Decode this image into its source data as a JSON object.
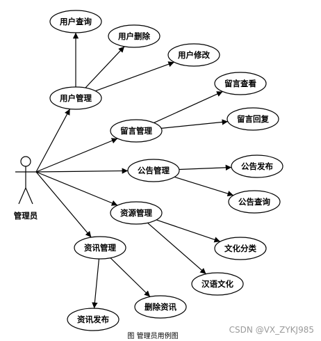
{
  "actor": {
    "label": "管理员"
  },
  "use_cases": [
    {
      "id": "user_mgmt",
      "label": "用户管理"
    },
    {
      "id": "user_query",
      "label": "用户查询"
    },
    {
      "id": "user_delete",
      "label": "用户删除"
    },
    {
      "id": "user_modify",
      "label": "用户修改"
    },
    {
      "id": "msg_mgmt",
      "label": "留言管理"
    },
    {
      "id": "msg_view",
      "label": "留言查看"
    },
    {
      "id": "msg_reply",
      "label": "留言回复"
    },
    {
      "id": "notice_mgmt",
      "label": "公告管理"
    },
    {
      "id": "notice_publish",
      "label": "公告发布"
    },
    {
      "id": "notice_query",
      "label": "公告查询"
    },
    {
      "id": "resource_mgmt",
      "label": "资源管理"
    },
    {
      "id": "culture_category",
      "label": "文化分类"
    },
    {
      "id": "chinese_culture",
      "label": "汉语文化"
    },
    {
      "id": "news_mgmt",
      "label": "资讯管理"
    },
    {
      "id": "news_publish",
      "label": "资讯发布"
    },
    {
      "id": "news_delete",
      "label": "删除资讯"
    }
  ],
  "connections": [
    [
      "actor",
      "user_mgmt"
    ],
    [
      "actor",
      "msg_mgmt"
    ],
    [
      "actor",
      "notice_mgmt"
    ],
    [
      "actor",
      "resource_mgmt"
    ],
    [
      "actor",
      "news_mgmt"
    ],
    [
      "user_mgmt",
      "user_query"
    ],
    [
      "user_mgmt",
      "user_delete"
    ],
    [
      "user_mgmt",
      "user_modify"
    ],
    [
      "msg_mgmt",
      "msg_view"
    ],
    [
      "msg_mgmt",
      "msg_reply"
    ],
    [
      "notice_mgmt",
      "notice_publish"
    ],
    [
      "notice_mgmt",
      "notice_query"
    ],
    [
      "resource_mgmt",
      "culture_category"
    ],
    [
      "resource_mgmt",
      "chinese_culture"
    ],
    [
      "news_mgmt",
      "news_publish"
    ],
    [
      "news_mgmt",
      "news_delete"
    ]
  ],
  "caption": "图  管理员用例图",
  "watermark": "CSDN @VX_ZYKJ985",
  "colors": {
    "stroke": "#000000",
    "fill": "#ffffff",
    "watermark": "#9a9a9a"
  }
}
